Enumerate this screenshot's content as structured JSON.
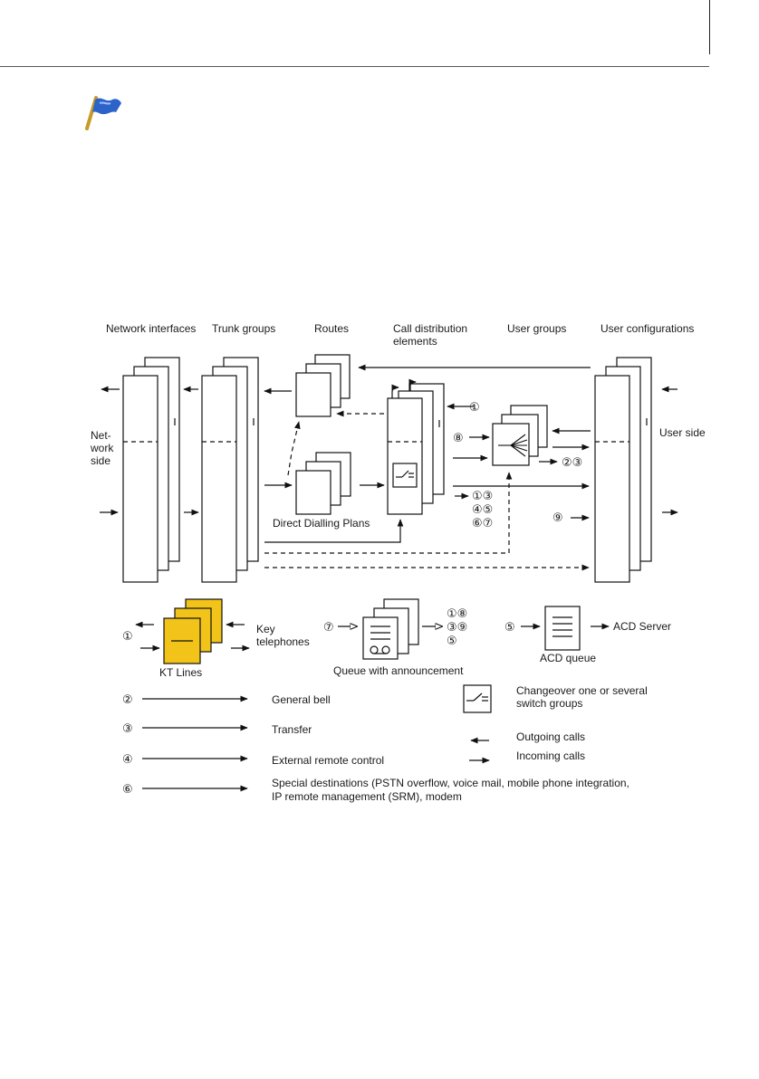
{
  "colors": {
    "flag_blue": "#2d63c9",
    "kt_yellow": "#f2c318",
    "line": "#111111"
  },
  "icons": {
    "note": "flag-icon"
  },
  "columns": {
    "network_interfaces": "Network interfaces",
    "trunk_groups": "Trunk groups",
    "routes": "Routes",
    "call_distribution_1": "Call distribution",
    "call_distribution_2": "elements",
    "user_groups": "User groups",
    "user_configurations": "User configurations"
  },
  "sides": {
    "network_1": "Net-",
    "network_2": "work",
    "network_3": "side",
    "user": "User side"
  },
  "direct_dialling": "Direct Dialling Plans",
  "markers": {
    "m1": "①",
    "m8": "⑧",
    "m23": "②③",
    "m13": "①③",
    "m45": "④⑤",
    "m67": "⑥⑦",
    "m9": "⑨"
  },
  "lower": {
    "kt_marker": "①",
    "kt_lines": "KT Lines",
    "key_telephones_1": "Key",
    "key_telephones_2": "telephones",
    "queue_marker": "⑦",
    "queue_out_1": "①⑧",
    "queue_out_2": "③⑨",
    "queue_out_3": "⑤",
    "queue_label": "Queue with announcement",
    "acd_marker": "⑤",
    "acd_queue": "ACD queue",
    "acd_server": "ACD Server"
  },
  "legend": {
    "general_bell_marker": "②",
    "general_bell": "General bell",
    "transfer_marker": "③",
    "transfer": "Transfer",
    "external_marker": "④",
    "external": "External remote control",
    "special_marker": "⑥",
    "special_1": "Special destinations (PSTN overflow, voice mail, mobile phone integration,",
    "special_2": "IP remote management (SRM), modem",
    "changeover_1": "Changeover one or several",
    "changeover_2": "switch groups",
    "outgoing": "Outgoing calls",
    "incoming": "Incoming calls"
  }
}
